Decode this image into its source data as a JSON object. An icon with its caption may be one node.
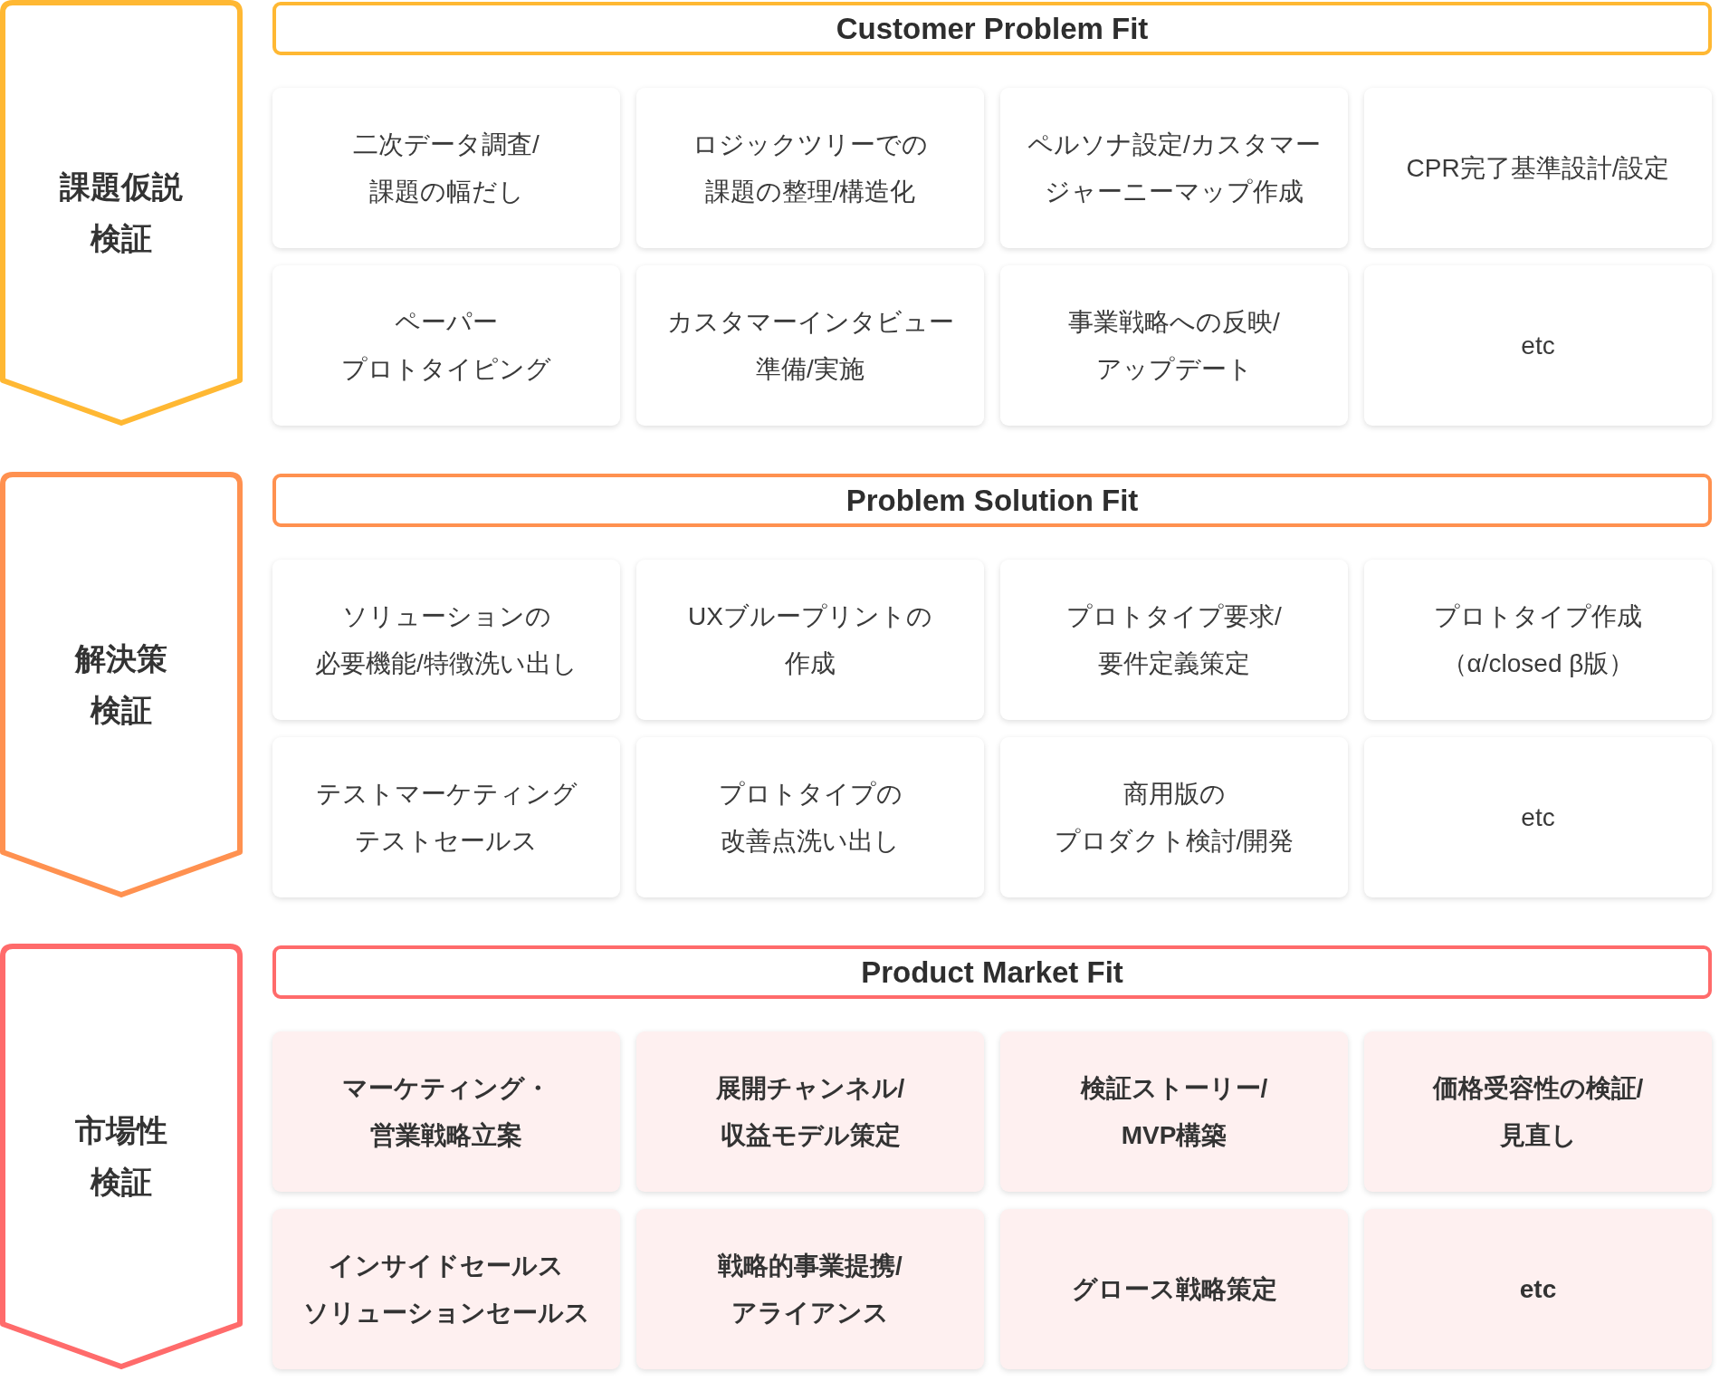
{
  "diagram": {
    "nodes": [
      {
        "text": [
          "課題仮説検証"
        ]
      },
      {
        "text": [
          "Customer Problem Fit"
        ]
      },
      {
        "text": [
          "二次データ調査/課題の幅だし"
        ]
      },
      {
        "text": [
          "ロジックツリーでの課題の整理/構造化"
        ]
      },
      {
        "text": [
          "ペルソナ設定/カスタマージャーニーマップ作成"
        ]
      },
      {
        "text": [
          "CPR完了基準設計/設定"
        ]
      },
      {
        "text": [
          "ペーパープロトタイピング"
        ]
      },
      {
        "text": [
          "カスタマーインタビュー準備/実施"
        ]
      },
      {
        "text": [
          "事業戦略への反映/アップデート"
        ]
      },
      {
        "text": [
          "etc"
        ]
      },
      {
        "text": [
          "解決策検証"
        ]
      },
      {
        "text": [
          "Problem Solution Fit"
        ]
      },
      {
        "text": [
          "ソリューションの必要機能/特徴洗い出し"
        ]
      },
      {
        "text": [
          "UXブループリントの作成"
        ]
      },
      {
        "text": [
          "プロトタイプ要求/要件定義策定"
        ]
      },
      {
        "text": [
          "プロトタイプ作成（α/closed β版）"
        ]
      },
      {
        "text": [
          "テストマーケティングテストセールス"
        ]
      },
      {
        "text": [
          "プロトタイプの改善点洗い出し"
        ]
      },
      {
        "text": [
          "商用版のプロダクト検討/開発"
        ]
      },
      {
        "text": [
          "etc"
        ]
      },
      {
        "text": [
          "市場性検証"
        ]
      },
      {
        "text": [
          "Product Market Fit"
        ]
      },
      {
        "text": [
          "マーケティング・営業戦略立案"
        ]
      },
      {
        "text": [
          "展開チャンネル/収益モデル策定"
        ]
      },
      {
        "text": [
          "検証ストーリー/MVP構築"
        ]
      },
      {
        "text": [
          "価格受容性の検証/見直し"
        ]
      },
      {
        "text": [
          "インサイドセールスソリューションセールス"
        ]
      },
      {
        "text": [
          "戦略的事業提携/アライアンス"
        ]
      },
      {
        "text": [
          "グロース戦略策定"
        ]
      },
      {
        "text": [
          "etc"
        ]
      }
    ]
  }
}
